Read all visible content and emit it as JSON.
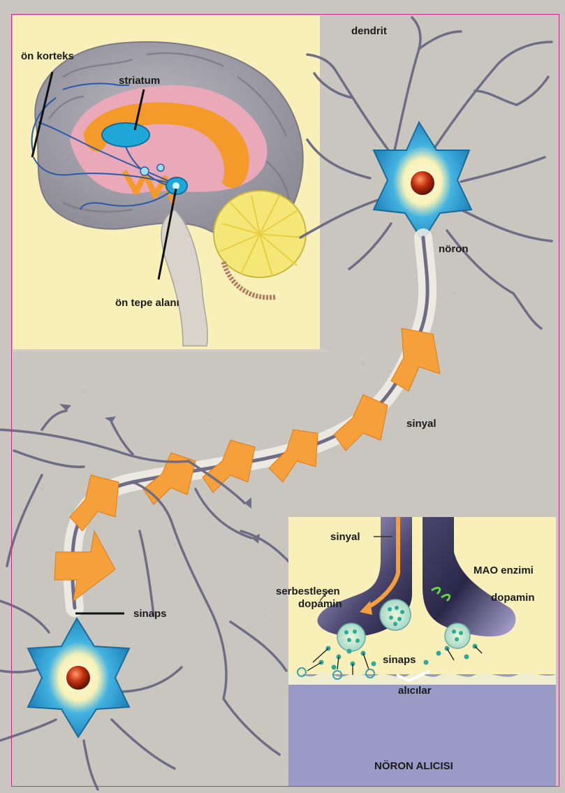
{
  "labels": {
    "dendrit": "dendrit",
    "on_korteks": "ön korteks",
    "striatum": "striatum",
    "noron": "nöron",
    "on_tepe_alani": "ön tepe alanı",
    "sinyal_main": "sinyal",
    "sinaps_main": "sinaps",
    "sinyal_inset": "sinyal",
    "mao_enzimi": "MAO enzimi",
    "serbestlesen": "serbestleşen",
    "dopamin_left": "dopamin",
    "dopamin_right": "dopamin",
    "sinaps_inset": "sinaps",
    "alicilar": "alıcılar",
    "noron_alicisi": "NÖRON ALICISI"
  },
  "colors": {
    "background": "#c9c6c0",
    "brain_panel": "#f8f0b8",
    "neuron_body": "#2f9bd0",
    "nucleus": "#b3280c",
    "signal_arrow": "#f5a03a",
    "axon": "#6f6c86",
    "frame": "#d02a8a",
    "receptor_area": "#9a9ac6"
  }
}
